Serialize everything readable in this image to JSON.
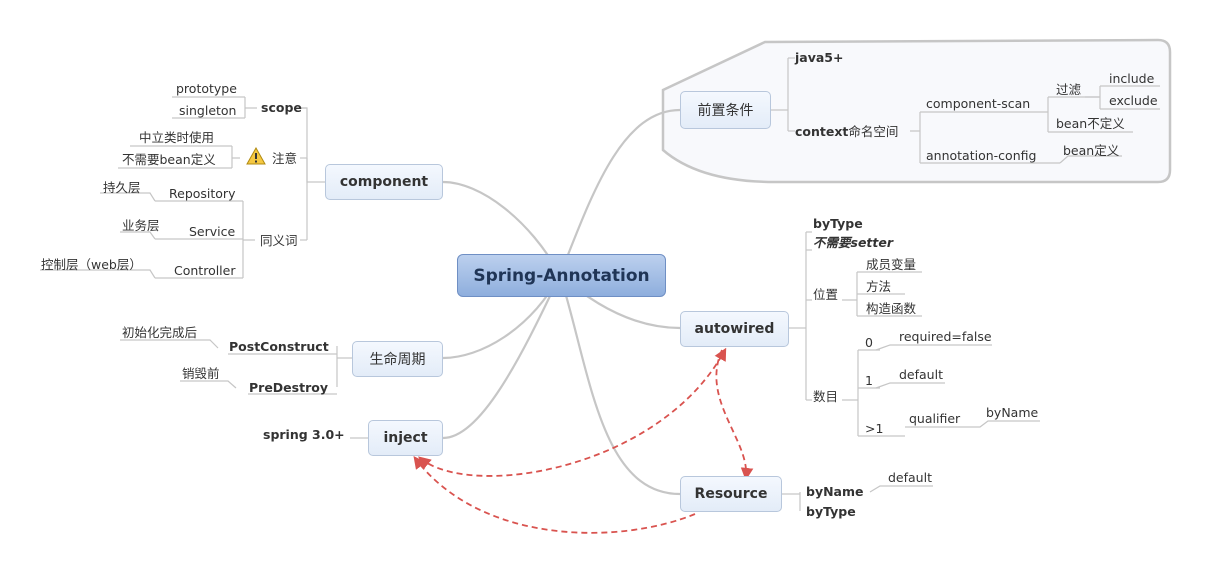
{
  "root": "Spring-Annotation",
  "branches": {
    "component": {
      "label": "component",
      "scope": {
        "label": "scope",
        "children": [
          "prototype",
          "singleton"
        ]
      },
      "notice": {
        "label": "注意",
        "icon": "warning-icon",
        "children": [
          "中立类时使用",
          "不需要bean定义"
        ]
      },
      "synonym": {
        "label": "同义词",
        "items": [
          {
            "name": "Repository",
            "note": "持久层"
          },
          {
            "name": "Service",
            "note": "业务层"
          },
          {
            "name": "Controller",
            "note": "控制层（web层）"
          }
        ]
      }
    },
    "lifecycle": {
      "label": "生命周期",
      "items": [
        {
          "name": "PostConstruct",
          "note": "初始化完成后"
        },
        {
          "name": "PreDestroy",
          "note": "销毁前"
        }
      ]
    },
    "inject": {
      "label": "inject",
      "note": "spring 3.0+"
    },
    "prerequisites": {
      "label": "前置条件",
      "java": "java5+",
      "context_bold": "context",
      "context_rest": "命名空间",
      "scan": {
        "label": "component-scan",
        "filter": "过滤",
        "include": "include",
        "exclude": "exclude",
        "bean_undefined": "bean不定义"
      },
      "config": {
        "label": "annotation-config",
        "bean_defined": "bean定义"
      }
    },
    "autowired": {
      "label": "autowired",
      "by_type": "byType",
      "no_setter": "不需要setter",
      "position": {
        "label": "位置",
        "children": [
          "成员变量",
          "方法",
          "构造函数"
        ]
      },
      "count": {
        "label": "数目",
        "zero": "0",
        "zero_note": "required=false",
        "one": "1",
        "one_note": "default",
        "many": ">1",
        "many_note": "qualifier",
        "many_sub": "byName"
      }
    },
    "resource": {
      "label": "Resource",
      "by_name": "byName",
      "by_name_note": "default",
      "by_type": "byType"
    }
  },
  "colors": {
    "branch_line": "#c6c6c6",
    "relation_line": "#d9534f",
    "center_fill": "#9bb5e0"
  }
}
